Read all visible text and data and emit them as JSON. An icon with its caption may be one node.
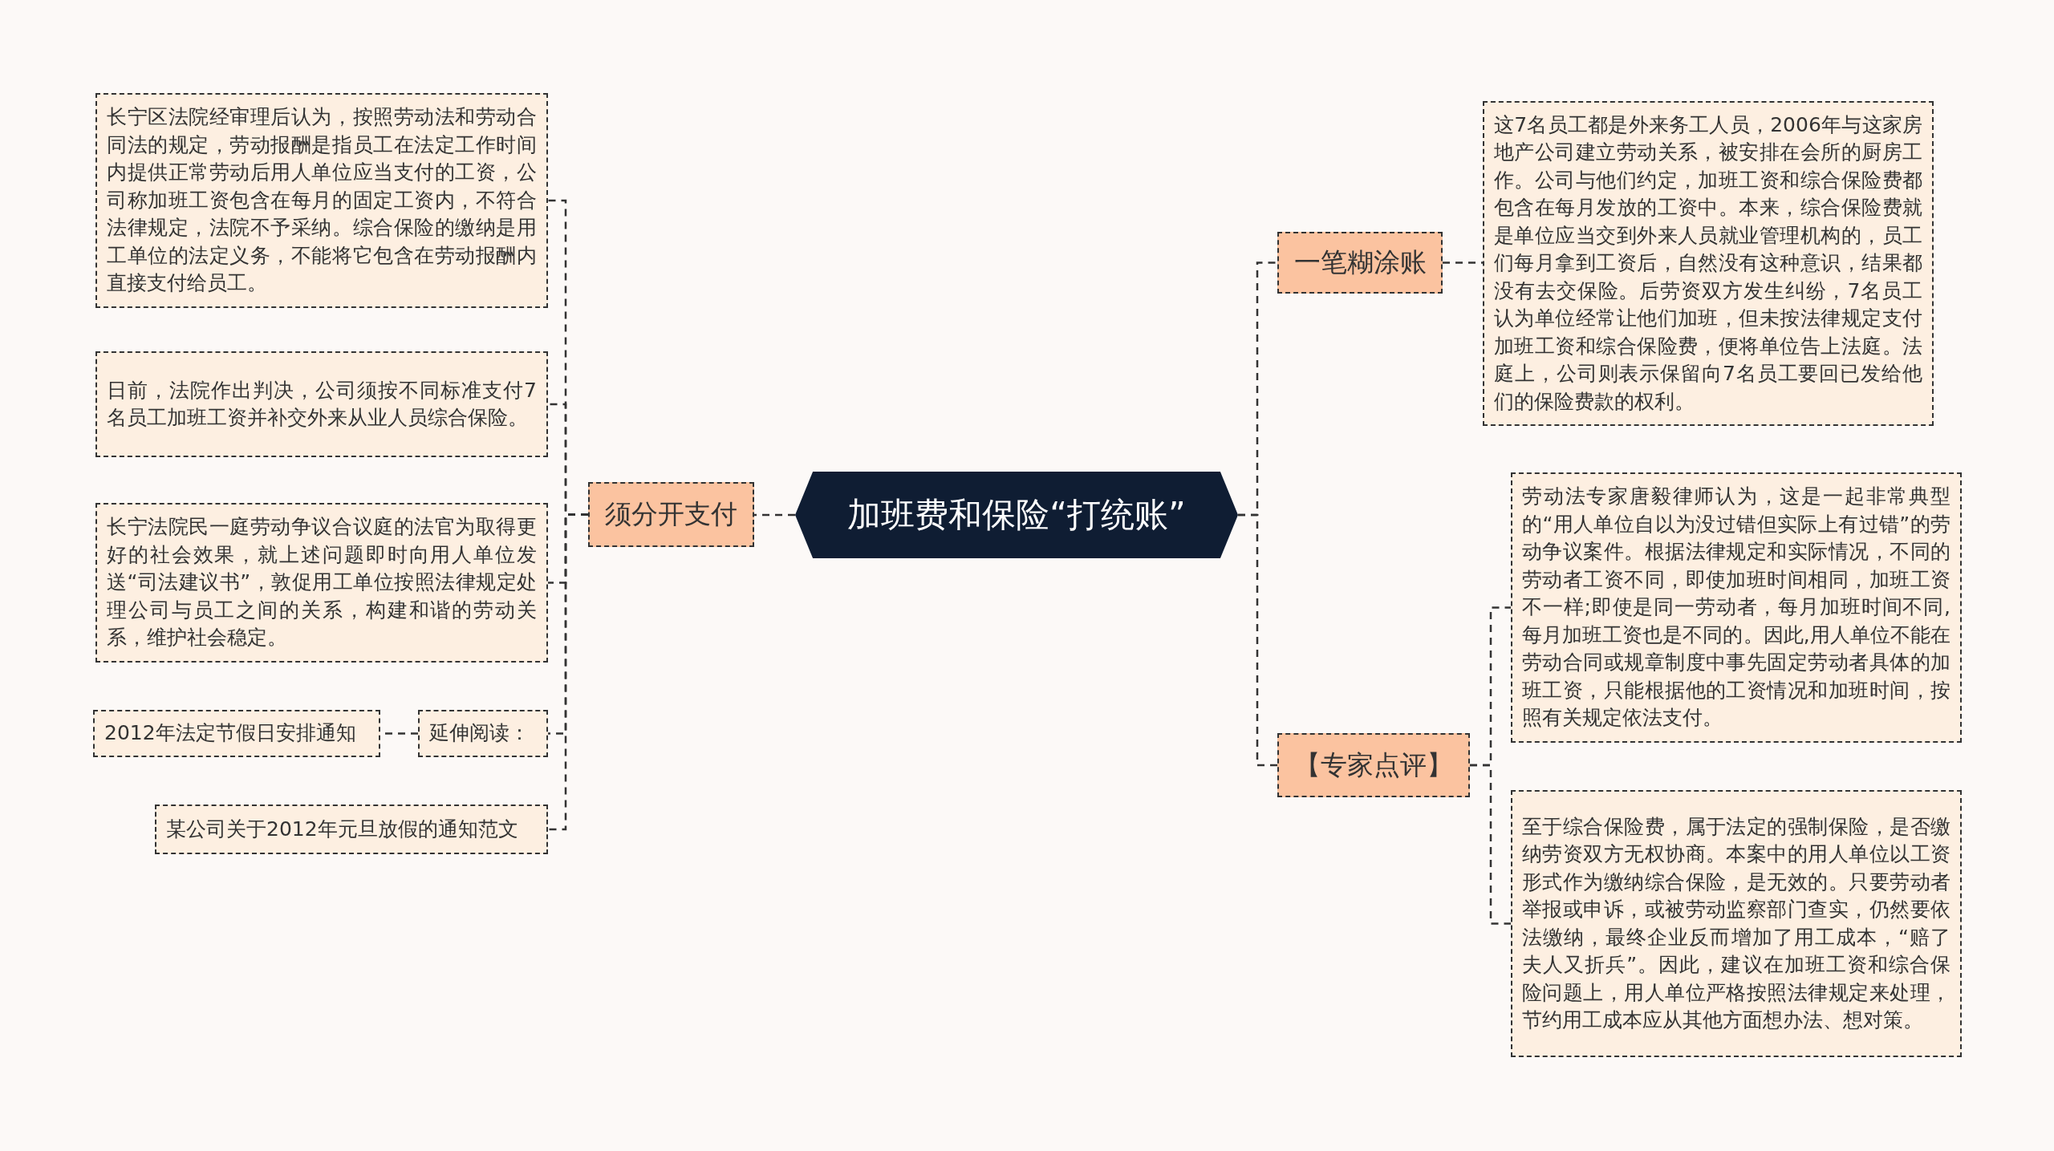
{
  "diagram": {
    "nodes": [
      {
        "text": [
          "加班费和保险“打统账”"
        ]
      },
      {
        "text": [
          "须分开支付"
        ]
      },
      {
        "text": [
          "长宁区法院经审理后认为，按照劳动法和劳动合同法的规定，劳动报酬是指员工在法定工作时间内提供正常劳动后用人单位应当支付的工资，公司称加班工资包含在每月的固定工资内，不符合法律规定，法院不予采纳。综合保险的缴纳是用工单位的法定义务，不能将它包含在劳动报酬内直接支付给员工。"
        ]
      },
      {
        "text": [
          "日前，法院作出判决，公司须按不同标准支付7名员工加班工资并补交外来从业人员综合保险。"
        ]
      },
      {
        "text": [
          "长宁法院民一庭劳动争议合议庭的法官为取得更好的社会效果，就上述问题即时向用人单位发送“司法建议书”，敦促用工单位按照法律规定处理公司与员工之间的关系，构建和谐的劳动关系，维护社会稳定。"
        ]
      },
      {
        "text": [
          "2012年法定节假日安排通知"
        ]
      },
      {
        "text": [
          "延伸阅读："
        ]
      },
      {
        "text": [
          "某公司关于2012年元旦放假的通知范文"
        ]
      },
      {
        "text": [
          "一笔糊涂账"
        ]
      },
      {
        "text": [
          "这7名员工都是外来务工人员，2006年与这家房地产公司建立劳动关系，被安排在会所的厨房工作。公司与他们约定，加班工资和综合保险费都包含在每月发放的工资中。本来，综合保险费就是单位应当交到外来人员就业管理机构的，员工们每月拿到工资后，自然没有这种意识，结果都没有去交保险。后劳资双方发生纠纷，7名员工认为单位经常让他们加班，但未按法律规定支付加班工资和综合保险费，便将单位告上法庭。法庭上，公司则表示保留向7名员工要回已发给他们的保险费款的权利。"
        ]
      },
      {
        "text": [
          "【专家点评】"
        ]
      },
      {
        "text": [
          "劳动法专家唐毅律师认为，这是一起非常典型的“用人单位自以为没过错但实际上有过错”的劳动争议案件。根据法律规定和实际情况，不同的劳动者工资不同，即使加班时间相同，加班工资不一样;即使是同一劳动者，每月加班时间不同,每月加班工资也是不同的。因此,用人单位不能在劳动合同或规章制度中事先固定劳动者具体的加班工资，只能根据他的工资情况和加班时间，按照有关规定依法支付。"
        ]
      },
      {
        "text": [
          "至于综合保险费，属于法定的强制保险，是否缴纳劳资双方无权协商。本案中的用人单位以工资形式作为缴纳综合保险，是无效的。只要劳动者举报或申诉，或被劳动监察部门查实，仍然要依法缴纳，最终企业反而增加了用工成本，“赔了夫人又折兵”。因此，建议在加班工资和综合保险问题上，用人单位严格按照法律规定来处理，节约用工成本应从其他方面想办法、想对策。"
        ]
      }
    ],
    "edges": [
      {
        "from": 0,
        "to": 1,
        "arrow": "none"
      },
      {
        "from": 1,
        "to": 2,
        "arrow": "none"
      },
      {
        "from": 1,
        "to": 3,
        "arrow": "none"
      },
      {
        "from": 1,
        "to": 4,
        "arrow": "none"
      },
      {
        "from": 1,
        "to": 6,
        "arrow": "none"
      },
      {
        "from": 6,
        "to": 5,
        "arrow": "none"
      },
      {
        "from": 1,
        "to": 7,
        "arrow": "none"
      },
      {
        "from": 0,
        "to": 8,
        "arrow": "none"
      },
      {
        "from": 8,
        "to": 9,
        "arrow": "none"
      },
      {
        "from": 0,
        "to": 10,
        "arrow": "none"
      },
      {
        "from": 10,
        "to": 11,
        "arrow": "none"
      },
      {
        "from": 10,
        "to": 12,
        "arrow": "none"
      }
    ]
  }
}
